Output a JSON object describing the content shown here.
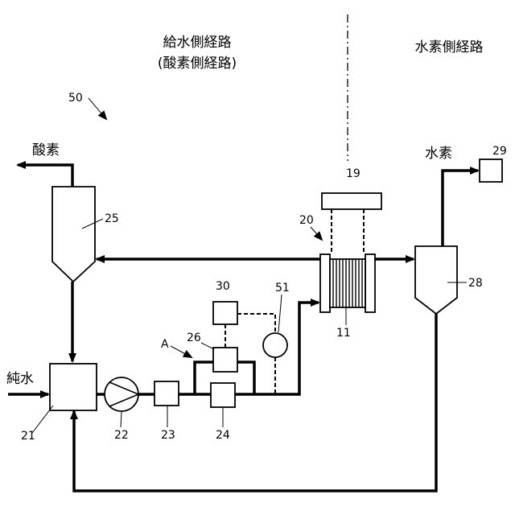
{
  "headers": {
    "left_line1": "給水側経路",
    "left_line2": "(酸素側経路)",
    "right": "水素側経路"
  },
  "labels": {
    "oxygen": "酸素",
    "hydrogen": "水素",
    "pure_water": "純水",
    "section_a": "A"
  },
  "refs": {
    "system": "50",
    "cell": "11",
    "water_tank": "21",
    "pump": "22",
    "unit_23": "23",
    "unit_24": "24",
    "oxygen_separator": "25",
    "unit_26": "26",
    "hydrogen_separator": "28",
    "hydrogen_out": "29",
    "unit_30": "30",
    "stack": "20",
    "unit_19": "19",
    "sensor_51": "51"
  }
}
